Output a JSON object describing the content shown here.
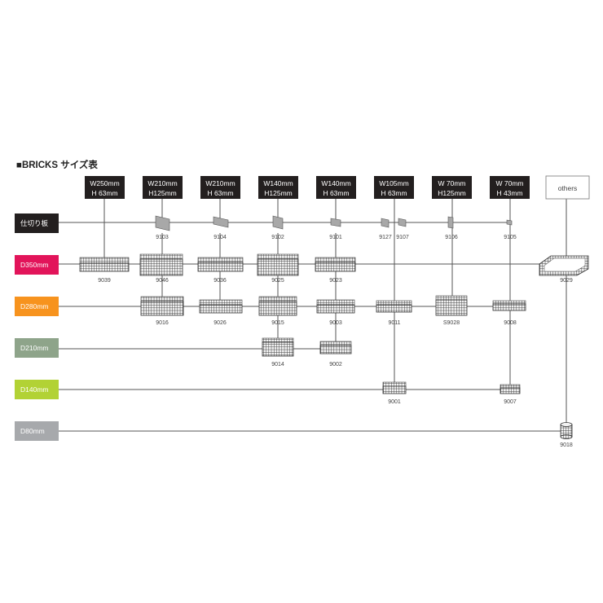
{
  "title": "■BRICKS サイズ表",
  "others_label": "others",
  "colors": {
    "header_bg": "#231f1f",
    "partition": "#231f1f",
    "d350": "#e2145a",
    "d280": "#f7931e",
    "d210": "#8ea48a",
    "d140": "#b2d235",
    "d80": "#a7a9ac"
  },
  "columns": [
    {
      "w": "W250mm",
      "h": "H  63mm"
    },
    {
      "w": "W210mm",
      "h": "H125mm"
    },
    {
      "w": "W210mm",
      "h": "H  63mm"
    },
    {
      "w": "W140mm",
      "h": "H125mm"
    },
    {
      "w": "W140mm",
      "h": "H  63mm"
    },
    {
      "w": "W105mm",
      "h": "H  63mm"
    },
    {
      "w": "W 70mm",
      "h": "H125mm"
    },
    {
      "w": "W 70mm",
      "h": "H  43mm"
    }
  ],
  "rows": [
    {
      "label": "仕切り板",
      "color_key": "partition"
    },
    {
      "label": "D350mm",
      "color_key": "d350"
    },
    {
      "label": "D280mm",
      "color_key": "d280"
    },
    {
      "label": "D210mm",
      "color_key": "d210"
    },
    {
      "label": "D140mm",
      "color_key": "d140"
    },
    {
      "label": "D80mm",
      "color_key": "d80"
    }
  ],
  "items": {
    "partitions": [
      "9103",
      "9104",
      "9102",
      "9101",
      "9127",
      "9107",
      "9106",
      "9105"
    ],
    "d350": [
      "9039",
      "9046",
      "9036",
      "9025",
      "9023",
      "9029"
    ],
    "d280": [
      "9016",
      "9026",
      "9015",
      "9003",
      "9011",
      "S9028",
      "9008"
    ],
    "d210": [
      "9014",
      "9002"
    ],
    "d140": [
      "9001",
      "9007"
    ],
    "d80": [
      "9018"
    ]
  }
}
